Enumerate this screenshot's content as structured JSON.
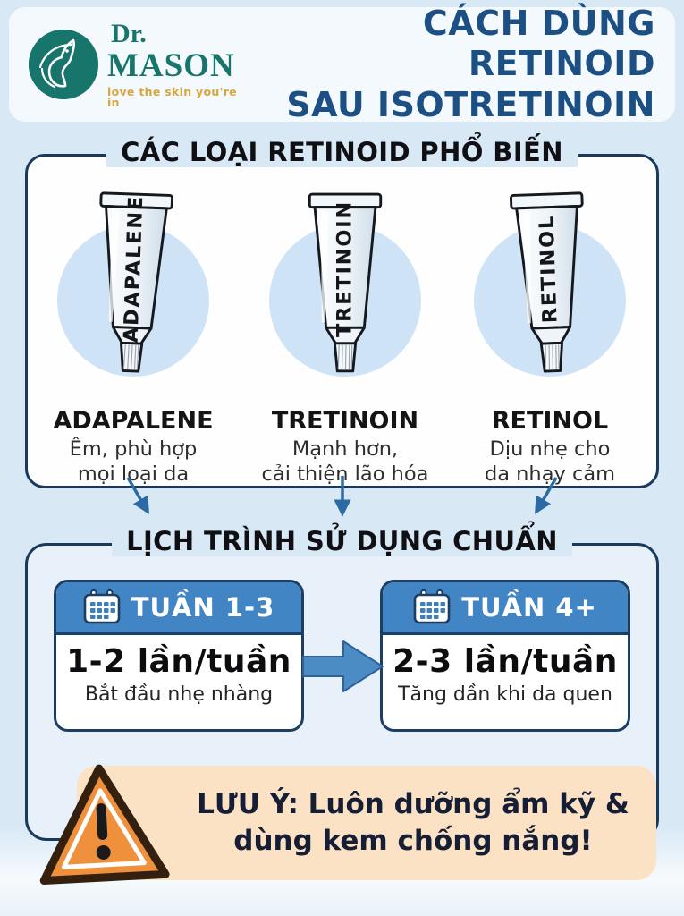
{
  "brand": {
    "dr": "Dr.",
    "name": "MASON",
    "tagline": "love the skin you're in"
  },
  "header": {
    "title_line1": "CÁCH DÙNG RETINOID",
    "title_line2": "SAU ISOTRETINOIN"
  },
  "retinoid_section": {
    "title": "CÁC LOẠI RETINOID PHỔ BIẾN",
    "products": [
      {
        "tube_label": "ADAPALENE",
        "name": "ADAPALENE",
        "desc_line1": "Êm, phù hợp",
        "desc_line2": "mọi loại da"
      },
      {
        "tube_label": "TRETINOIN",
        "name": "TRETINOIN",
        "desc_line1": "Mạnh hơn,",
        "desc_line2": "cải thiện lão hóa"
      },
      {
        "tube_label": "RETINOL",
        "name": "RETINOL",
        "desc_line1": "Dịu nhẹ cho",
        "desc_line2": "da nhạy cảm"
      }
    ]
  },
  "schedule_section": {
    "title": "LỊCH TRÌNH SỬ DỤNG CHUẨN",
    "phases": [
      {
        "week_label": "TUẦN 1-3",
        "frequency": "1-2 lần/tuần",
        "note": "Bắt đầu nhẹ nhàng"
      },
      {
        "week_label": "TUẦN 4+",
        "frequency": "2-3 lần/tuần",
        "note": "Tăng dần khi da quen"
      }
    ]
  },
  "warning": {
    "line1": "LƯU Ý: Luôn dưỡng ẩm kỹ &",
    "line2": "dùng kem chống nắng!"
  },
  "colors": {
    "page_bg": "#d8e8f5",
    "title_blue": "#1c5084",
    "border_navy": "#1a3a5c",
    "card_header_blue": "#4285c4",
    "arrow_blue": "#4b8cc5",
    "circle_blue": "#cfe3f7",
    "warning_bg": "#fbe2c4",
    "warning_orange": "#ef913c",
    "brand_teal": "#17756b",
    "brand_gold": "#d7a73d"
  }
}
